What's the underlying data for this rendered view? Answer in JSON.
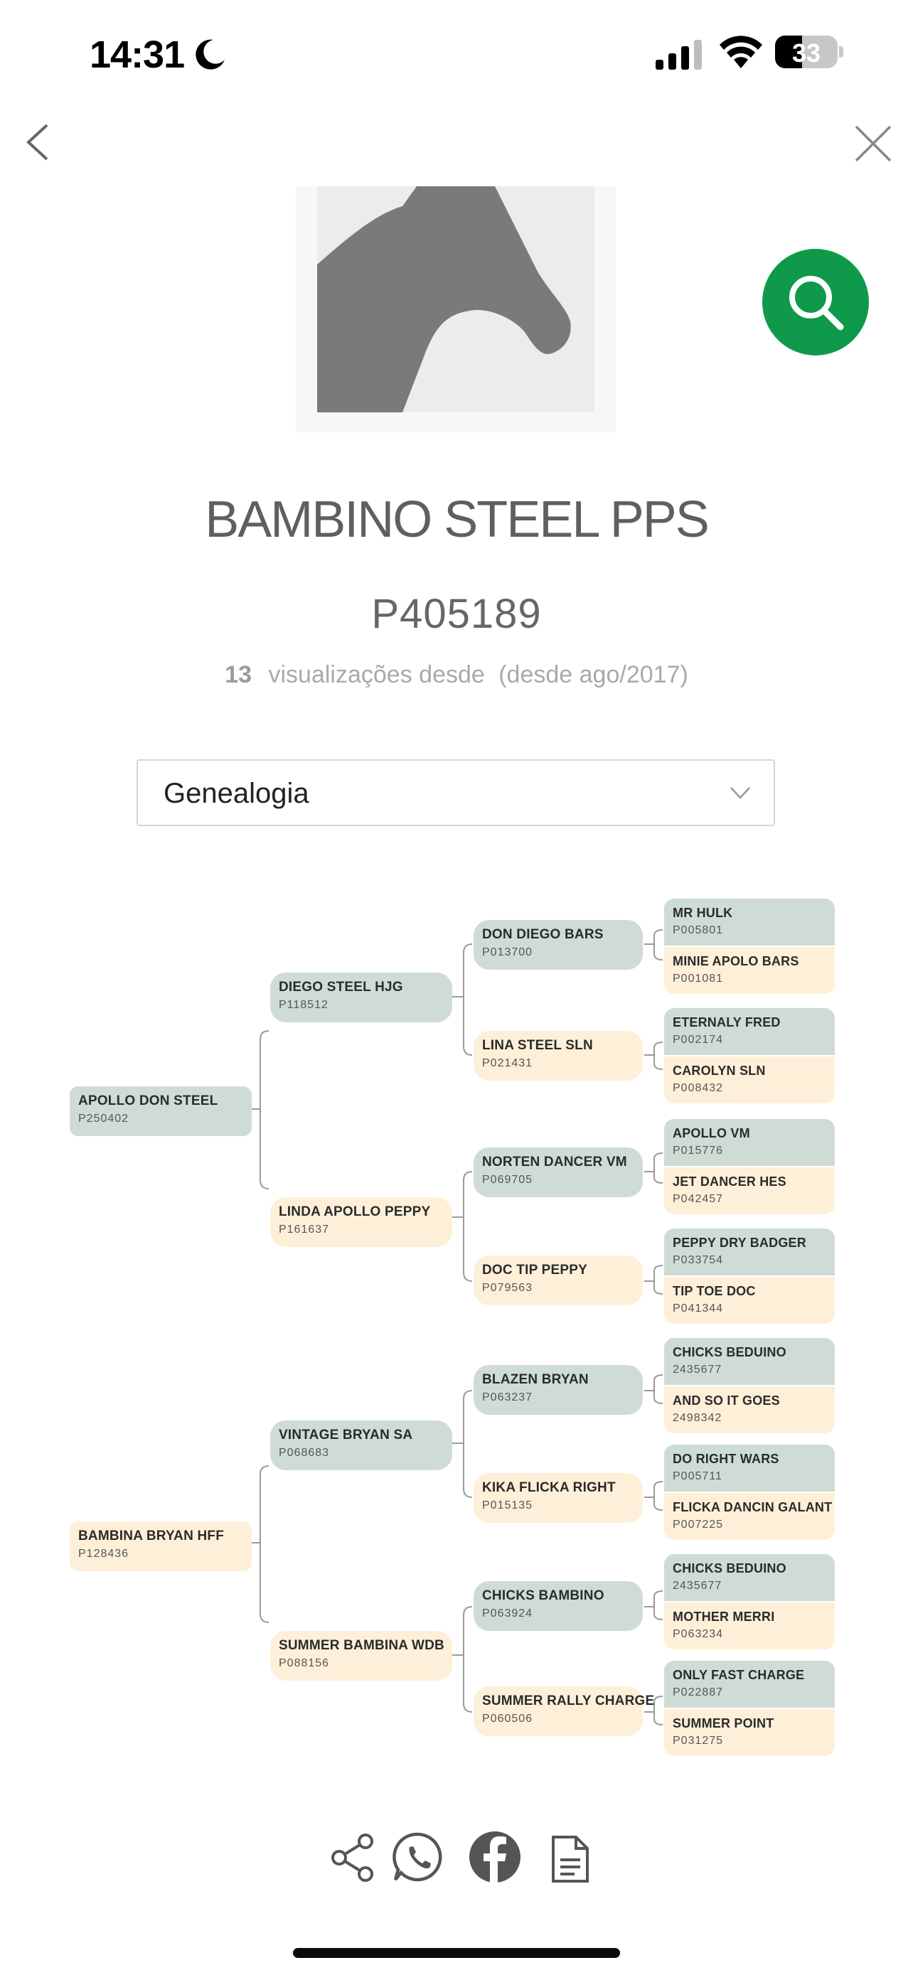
{
  "status_bar": {
    "time": "14:31",
    "battery": "33"
  },
  "horse": {
    "name": "BAMBINO STEEL PPS",
    "registration": "P405189",
    "views_count": "13",
    "views_text": "visualizações desde",
    "views_since": "(desde ago/2017)"
  },
  "dropdown": {
    "selected": "Genealogia"
  },
  "pedigree": {
    "sire": {
      "name": "APOLLO DON STEEL",
      "reg": "P250402"
    },
    "dam": {
      "name": "BAMBINA BRYAN HFF",
      "reg": "P128436"
    },
    "gen2": [
      {
        "name": "DIEGO STEEL HJG",
        "reg": "P118512"
      },
      {
        "name": "LINDA APOLLO PEPPY",
        "reg": "P161637"
      },
      {
        "name": "VINTAGE BRYAN SA",
        "reg": "P068683"
      },
      {
        "name": "SUMMER BAMBINA WDB",
        "reg": "P088156"
      }
    ],
    "gen3": [
      {
        "name": "DON DIEGO BARS",
        "reg": "P013700"
      },
      {
        "name": "LINA STEEL SLN",
        "reg": "P021431"
      },
      {
        "name": "NORTEN DANCER VM",
        "reg": "P069705"
      },
      {
        "name": "DOC TIP PEPPY",
        "reg": "P079563"
      },
      {
        "name": "BLAZEN BRYAN",
        "reg": "P063237"
      },
      {
        "name": "KIKA FLICKA RIGHT",
        "reg": "P015135"
      },
      {
        "name": "CHICKS BAMBINO",
        "reg": "P063924"
      },
      {
        "name": "SUMMER RALLY CHARGE",
        "reg": "P060506"
      }
    ],
    "gen4": [
      {
        "name": "MR HULK",
        "reg": "P005801"
      },
      {
        "name": "MINIE APOLO BARS",
        "reg": "P001081"
      },
      {
        "name": "ETERNALY FRED",
        "reg": "P002174"
      },
      {
        "name": "CAROLYN SLN",
        "reg": "P008432"
      },
      {
        "name": "APOLLO VM",
        "reg": "P015776"
      },
      {
        "name": "JET DANCER HES",
        "reg": "P042457"
      },
      {
        "name": "PEPPY DRY BADGER",
        "reg": "P033754"
      },
      {
        "name": "TIP TOE DOC",
        "reg": "P041344"
      },
      {
        "name": "CHICKS BEDUINO",
        "reg": "2435677"
      },
      {
        "name": "AND SO IT GOES",
        "reg": "2498342"
      },
      {
        "name": "DO RIGHT WARS",
        "reg": "P005711"
      },
      {
        "name": "FLICKA DANCIN GALANT",
        "reg": "P007225"
      },
      {
        "name": "CHICKS BEDUINO",
        "reg": "2435677"
      },
      {
        "name": "MOTHER MERRI",
        "reg": "P063234"
      },
      {
        "name": "ONLY FAST CHARGE",
        "reg": "P022887"
      },
      {
        "name": "SUMMER POINT",
        "reg": "P031275"
      }
    ]
  },
  "icons": {
    "back": "chevron-left-icon",
    "close": "close-icon",
    "search": "search-icon",
    "share": "share-icon",
    "whatsapp": "whatsapp-icon",
    "facebook": "facebook-icon",
    "document": "document-icon"
  },
  "colors": {
    "accent_green": "#0e9a4a",
    "male_node": "#cfdcd5",
    "female_node": "#fef0d8"
  }
}
